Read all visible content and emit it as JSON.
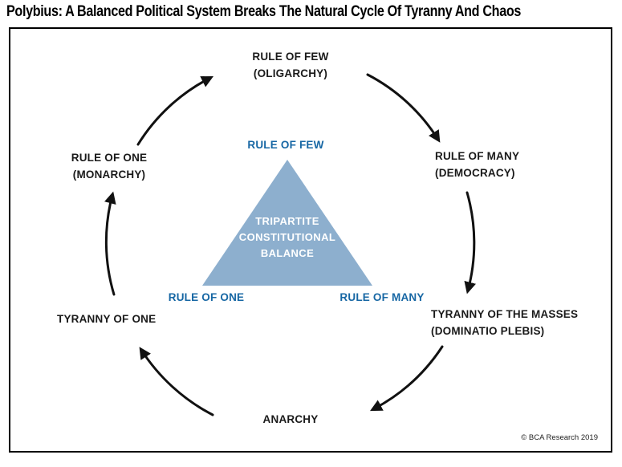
{
  "title": "Polybius: A Balanced Political System Breaks The Natural Cycle Of Tyranny And Chaos",
  "cycle": {
    "direction": "clockwise",
    "sequence": [
      "RULE OF ONE (MONARCHY)",
      "RULE OF FEW (OLIGARCHY)",
      "RULE OF MANY (DEMOCRACY)",
      "TYRANNY OF THE MASSES (DOMINATIO PLEBIS)",
      "ANARCHY",
      "TYRANNY OF ONE"
    ]
  },
  "labels": {
    "oligarchy": {
      "line1": "RULE OF FEW",
      "line2": "(OLIGARCHY)"
    },
    "democracy": {
      "line1": "RULE OF MANY",
      "line2": "(DEMOCRACY)"
    },
    "tyranny_masses": {
      "line1": "TYRANNY OF THE MASSES",
      "line2": "(DOMINATIO PLEBIS)"
    },
    "anarchy": {
      "line1": "ANARCHY"
    },
    "tyranny_one": {
      "line1": "TYRANNY OF ONE"
    },
    "monarchy": {
      "line1": "RULE OF ONE",
      "line2": "(MONARCHY)"
    }
  },
  "triangle": {
    "corner_top": "RULE OF FEW",
    "corner_bottom_left": "RULE OF ONE",
    "corner_bottom_right": "RULE OF MANY",
    "center_line1": "TRIPARTITE",
    "center_line2": "CONSTITUTIONAL",
    "center_line3": "BALANCE",
    "fill_color": "#8DAFCE",
    "corner_label_color": "#1767A4"
  },
  "colors": {
    "arrow": "#111111",
    "border": "#000000",
    "black_label": "#1A1A1A"
  },
  "footer": {
    "copyright": "© BCA Research 2019"
  }
}
